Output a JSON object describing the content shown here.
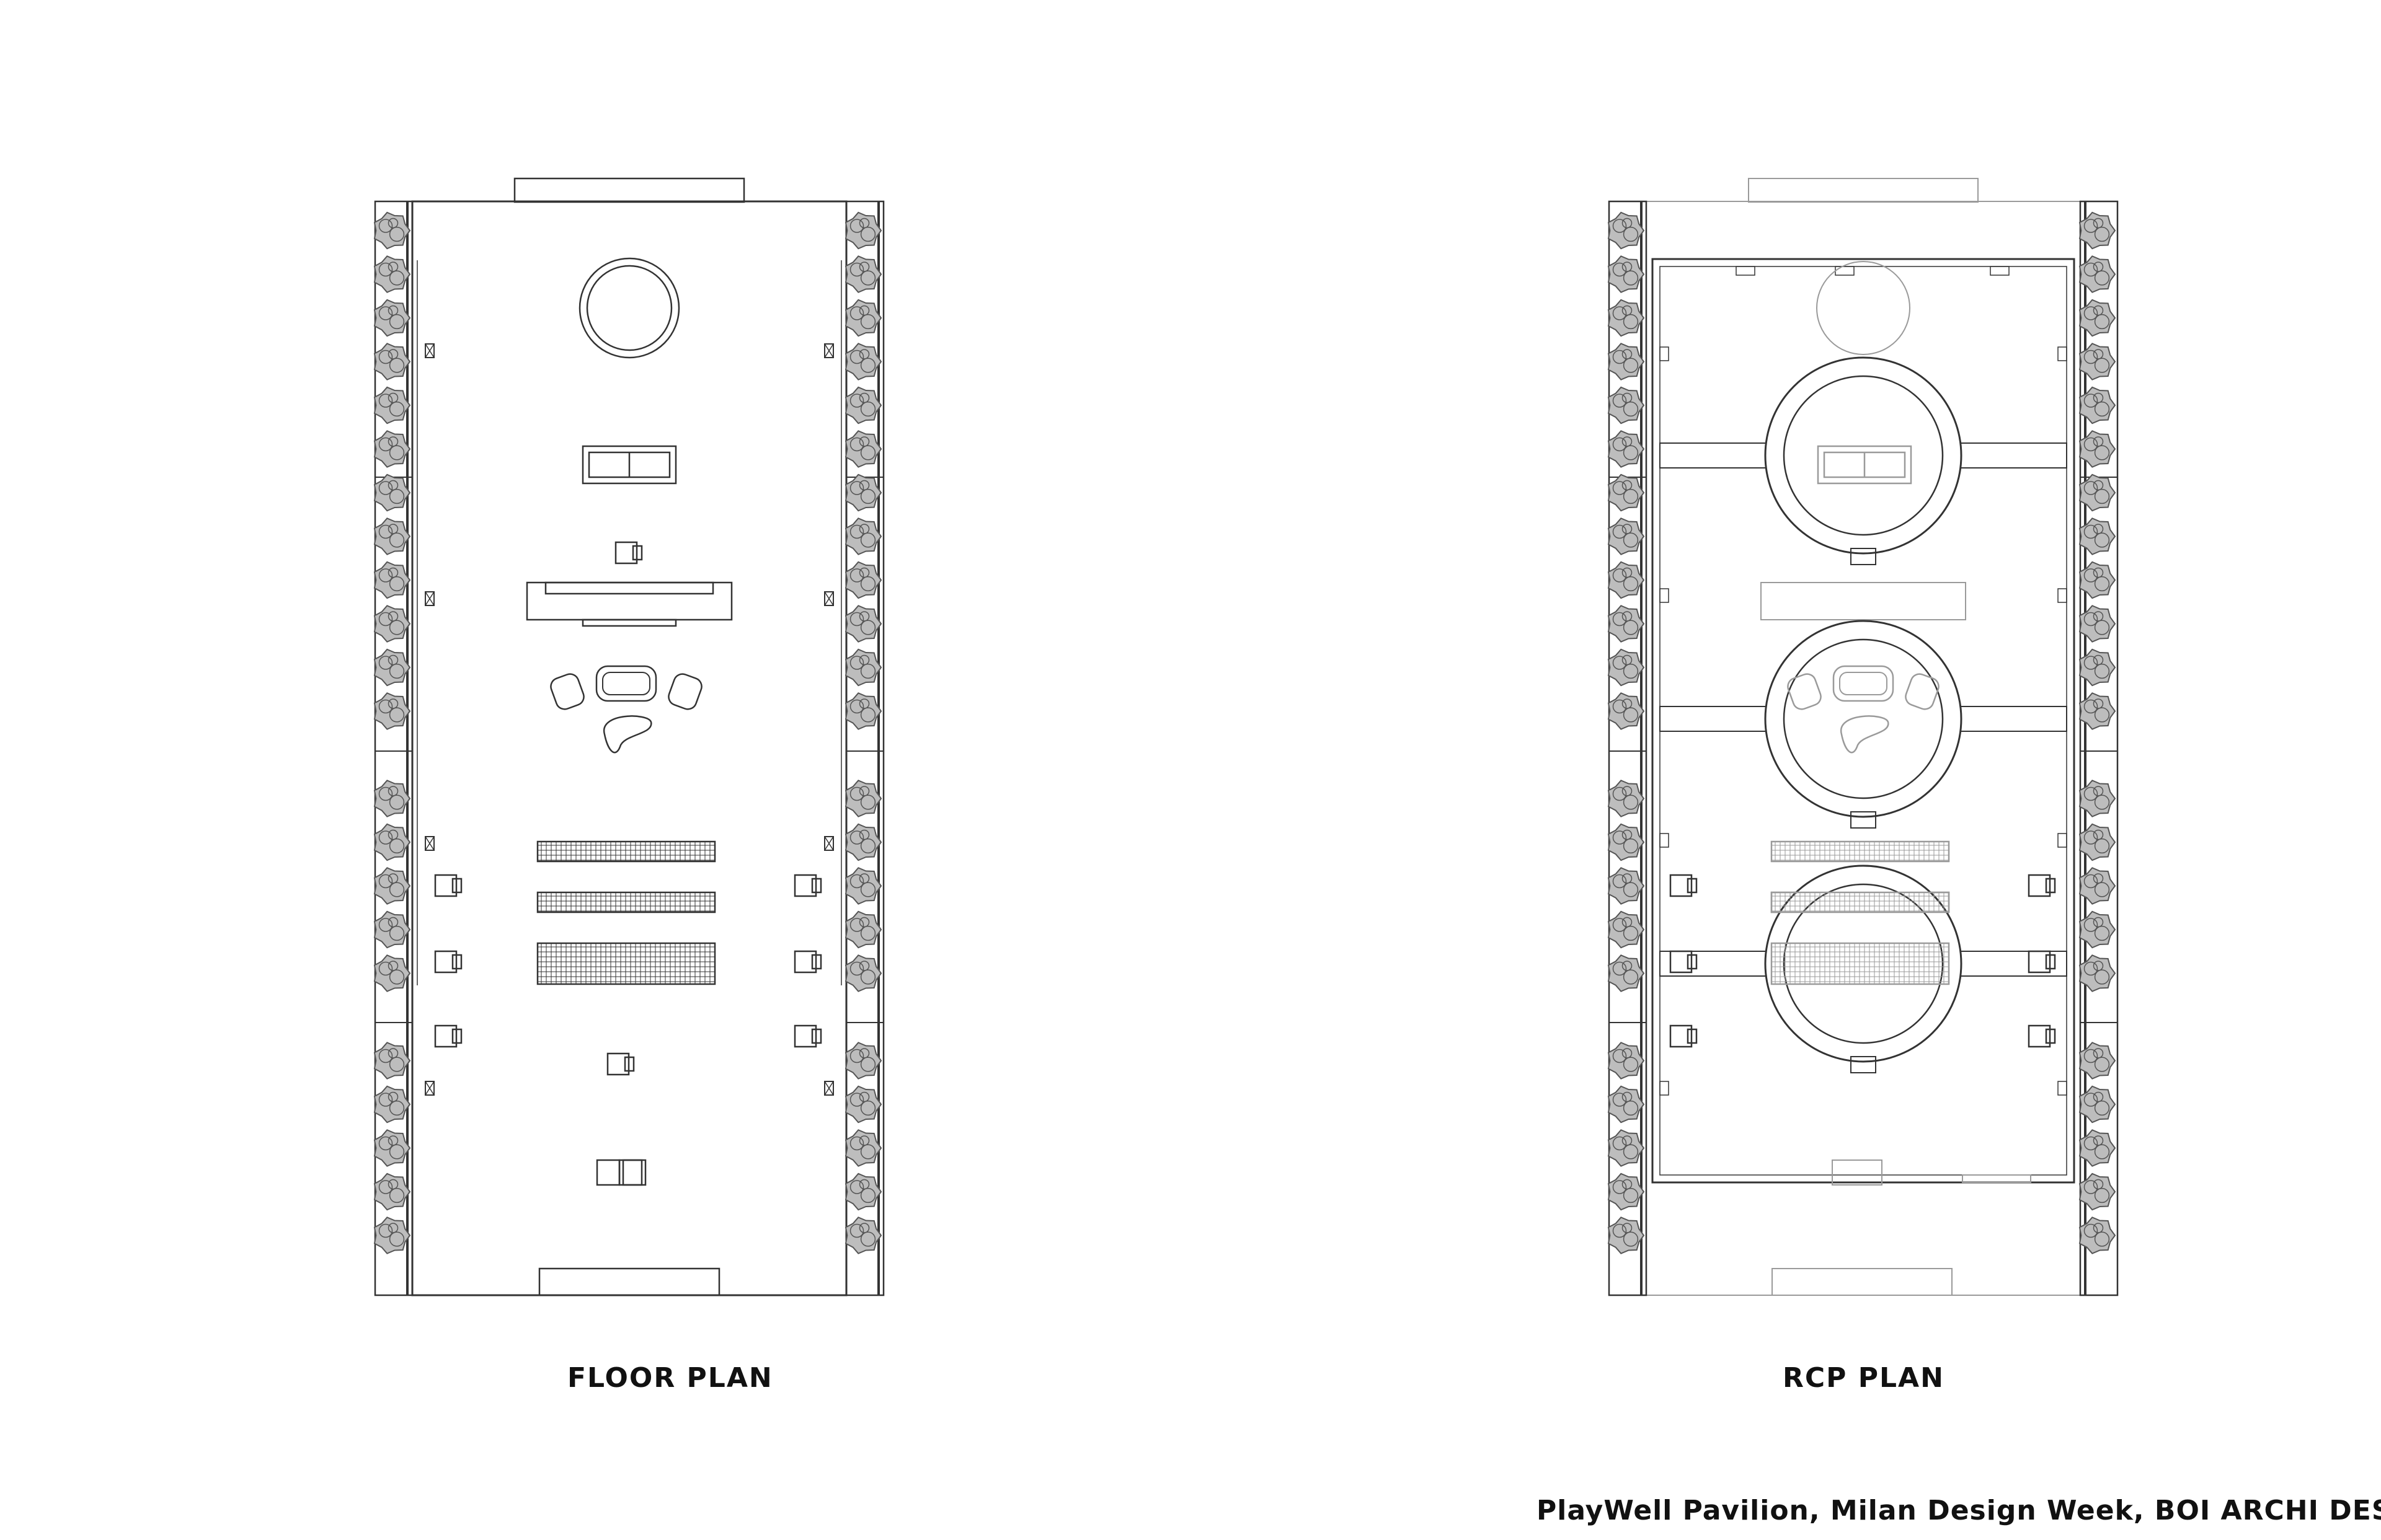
{
  "floor_plan": {
    "title": "FLOOR PLAN"
  },
  "rcp_plan": {
    "title": "RCP PLAN"
  },
  "credit": "PlayWell Pavilion, Milan Design Week, BOI ARCHI DESIGN",
  "colors": {
    "line": "#333333",
    "faint": "#9a9a9a",
    "plant": "#555555",
    "background": "#ffffff"
  }
}
